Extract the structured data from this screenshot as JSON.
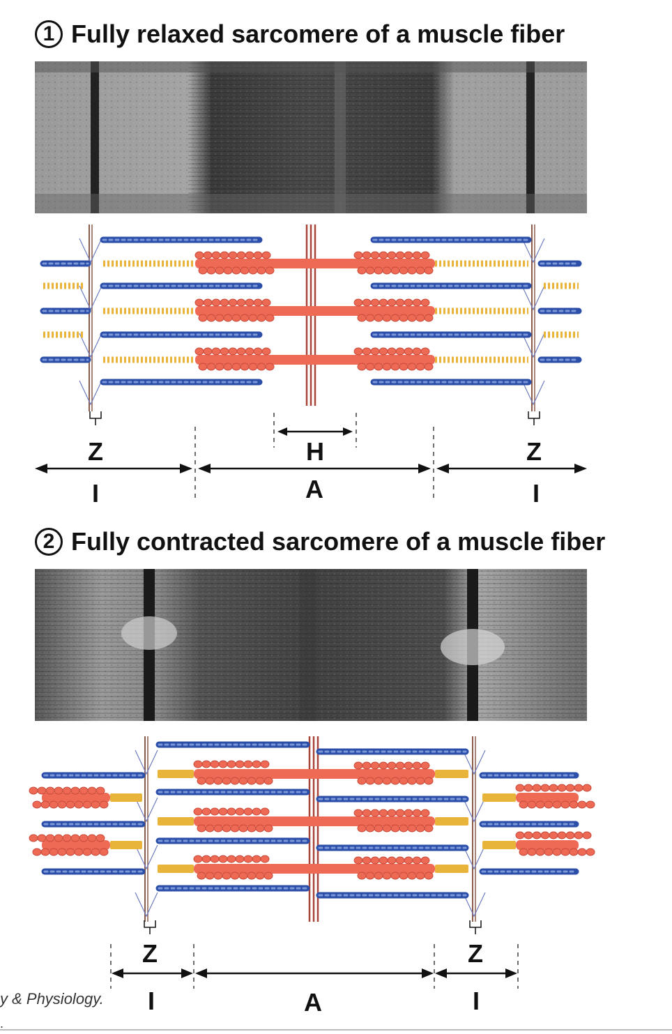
{
  "panel1": {
    "number": "1",
    "title": "Fully relaxed sarcomere of a muscle fiber",
    "labels": {
      "z_left": "Z",
      "z_right": "Z",
      "h": "H",
      "i_left": "I",
      "a": "A",
      "i_right": "I"
    }
  },
  "panel2": {
    "number": "2",
    "title": "Fully contracted sarcomere of a muscle fiber",
    "labels": {
      "z_left": "Z",
      "z_right": "Z",
      "i_left": "I",
      "a": "A",
      "i_right": "I"
    }
  },
  "credit": {
    "text": "y & Physiology.",
    "line2": "."
  },
  "colors": {
    "actin": "#2b4ea8",
    "myosin": "#ef6a55",
    "titin": "#e8b43a",
    "zline": "#8a5a4a",
    "mline": "#a8443a"
  }
}
